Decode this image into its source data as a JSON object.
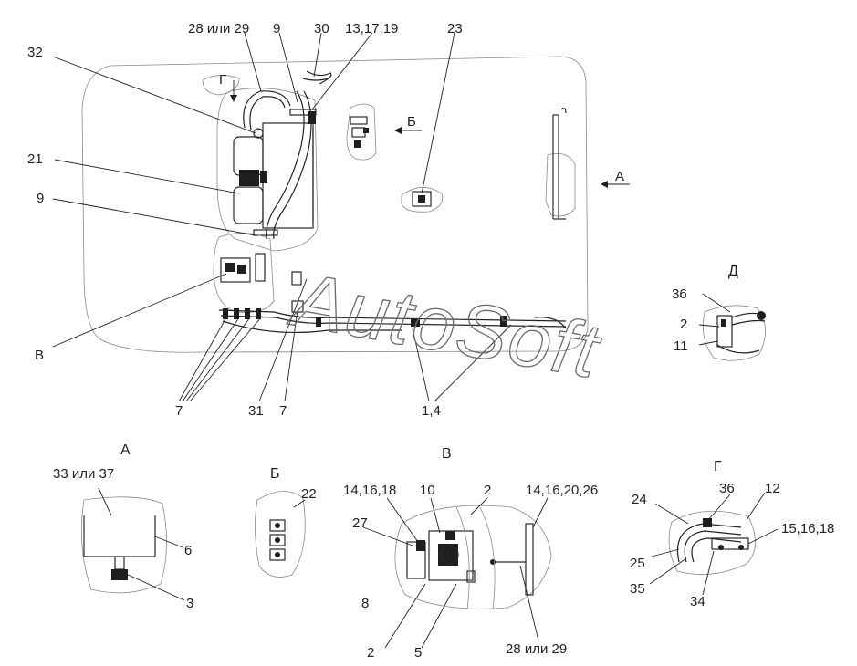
{
  "labels": {
    "l32": "32",
    "l28a": "28 или 29",
    "l9a": "9",
    "l30": "30",
    "l13": "13,17,19",
    "l23": "23",
    "lG_arrow": "Г",
    "lB_arrow": "Б",
    "lA_arrow": "А",
    "l21": "21",
    "l9b": "9",
    "lV_left": "В",
    "l7a": "7",
    "l31": "31",
    "l7b": "7",
    "l14": "1,4",
    "lD_title": "Д",
    "l36d": "36",
    "l2d": "2",
    "l11": "11",
    "lA_title": "А",
    "l33": "33 или 37",
    "l6": "6",
    "l3": "3",
    "lB_title": "Б",
    "l22": "22",
    "lV_title": "В",
    "l141618": "14,16,18",
    "l10": "10",
    "l2v1": "2",
    "l14162026": "14,16,20,26",
    "l27": "27",
    "l8": "8",
    "l2v2": "2",
    "l5": "5",
    "l28b": "28 или 29",
    "lG_title": "Г",
    "l24": "24",
    "l36g": "36",
    "l12": "12",
    "l151618": "15,16,18",
    "l25": "25",
    "l35": "35",
    "l34": "34"
  },
  "watermark": "AutoSoft"
}
